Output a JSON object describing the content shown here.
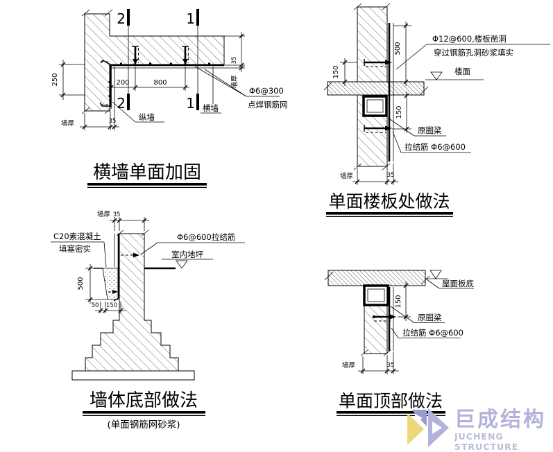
{
  "panels": {
    "p1": {
      "title": "横墙单面加固",
      "section_2": "2",
      "section_1": "1",
      "dim_250": "250",
      "dim_200": "200",
      "dim_800": "800",
      "dim_35_bottom": "35",
      "dim_35_right": "35",
      "wall_thickness_bottom": "墙厚",
      "wall_thickness_right": "墙厚",
      "label_longitudinal_wall": "纵墙",
      "label_transverse_wall": "横墙",
      "mesh_note_line1": "Φ6@300",
      "mesh_note_line2": "点焊钢筋网"
    },
    "p2": {
      "title": "单面楼板处做法",
      "dim_150_upper": "150",
      "dim_500": "500",
      "dim_150_lower": "150",
      "dim_35": "35",
      "wall_thickness": "墙厚",
      "hole_note_line1": "Φ12@600,楼板凿洞",
      "hole_note_line2": "穿过钢筋孔洞砂浆填实",
      "label_floor_level": "楼面",
      "label_ring_beam": "原圈梁",
      "label_tie_bar": "拉结筋 Φ6@600"
    },
    "p3": {
      "title": "墙体底部做法",
      "subtitle": "(单面钢筋网砂浆)",
      "wall_thickness": "墙厚",
      "dim_35": "35",
      "dim_500": "500",
      "dim_50": "50",
      "dim_150": "150",
      "concrete_note_line1": "C20素混凝土",
      "concrete_note_line2": "填塞密实",
      "label_tie_bar": "Φ6@600拉结筋",
      "label_indoor_floor": "室内地坪"
    },
    "p4": {
      "title": "单面顶部做法",
      "dim_150": "150",
      "dim_35": "35",
      "wall_thickness": "墙厚",
      "label_roof_slab_bottom": "屋面板底",
      "label_ring_beam": "原圈梁",
      "label_tie_bar": "拉结筋 Φ6@600"
    }
  },
  "logo": {
    "name_cn": "巨成结构",
    "name_en": "JUCHENG STRUCTURE",
    "colors": {
      "periwinkle": "#b2b2dd",
      "periwinkle_dark": "#9a9ad0",
      "yellow": "#ead87a",
      "en_text": "#b9bdd5"
    }
  }
}
